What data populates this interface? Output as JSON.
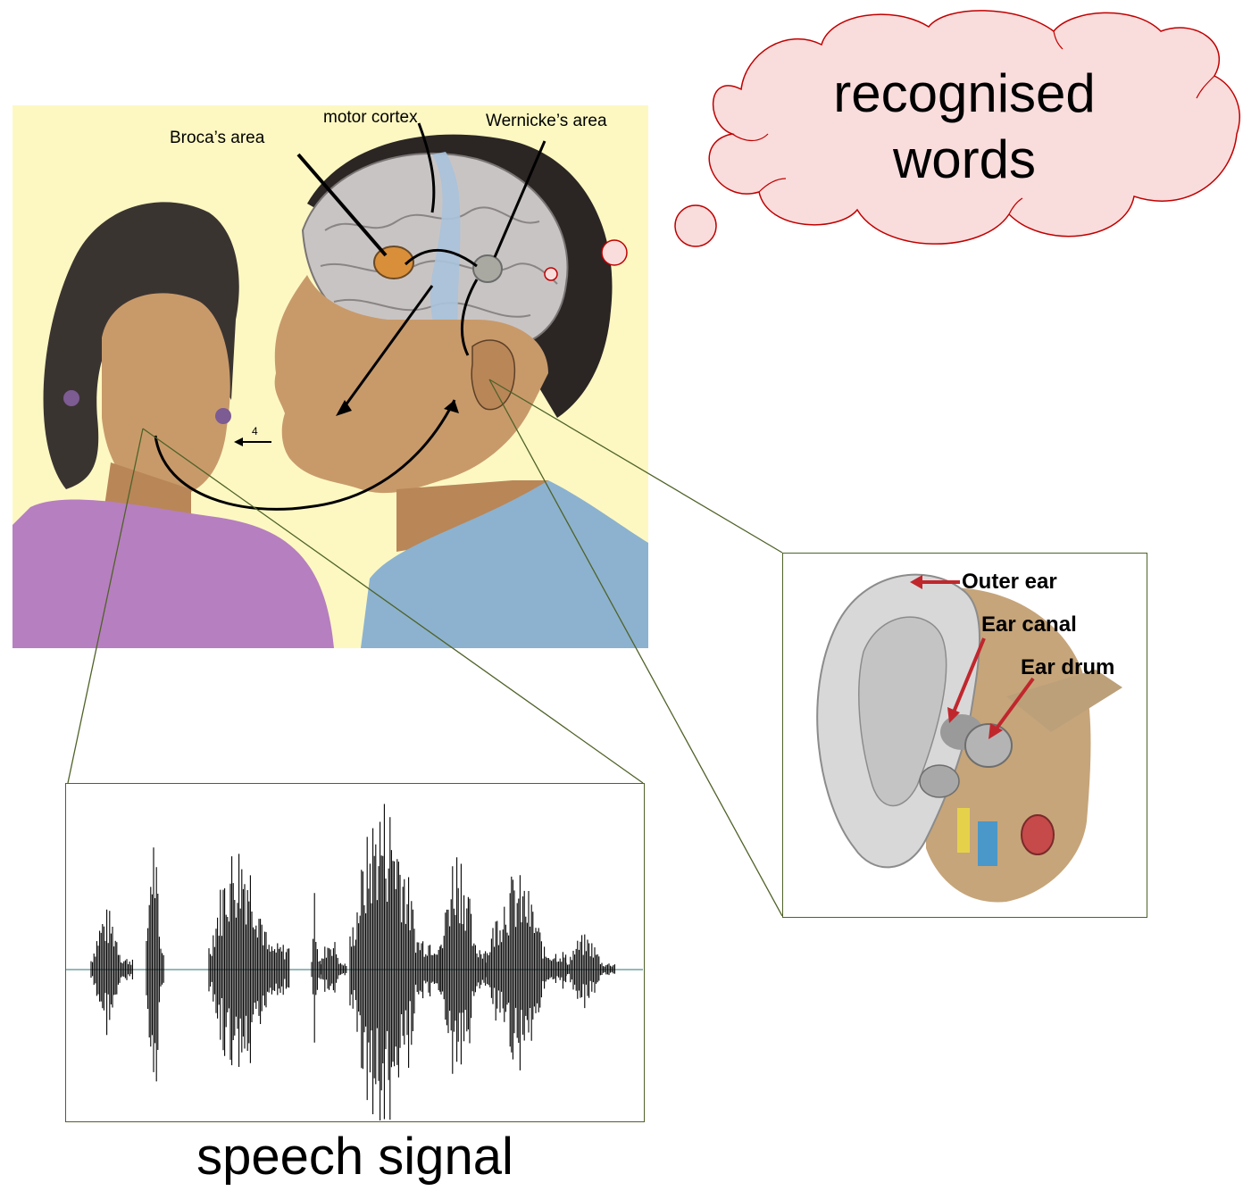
{
  "brain_illustration": {
    "labels": {
      "broca": "Broca’s area",
      "motor": "motor cortex",
      "wernicke": "Wernicke’s area",
      "arrow_number": "4"
    }
  },
  "thought_bubble": {
    "line1": "recognised",
    "line2": "words",
    "stroke_color": "#c00000",
    "fill_color": "#f9dcdc"
  },
  "ear_inset": {
    "labels": {
      "outer": "Outer ear",
      "canal": "Ear canal",
      "drum": "Ear drum"
    },
    "arrow_color": "#c0272d"
  },
  "speech_signal": {
    "caption": "speech signal"
  },
  "colors": {
    "callout_line": "#4f6228",
    "illustration_background": "#fdf8c2"
  }
}
